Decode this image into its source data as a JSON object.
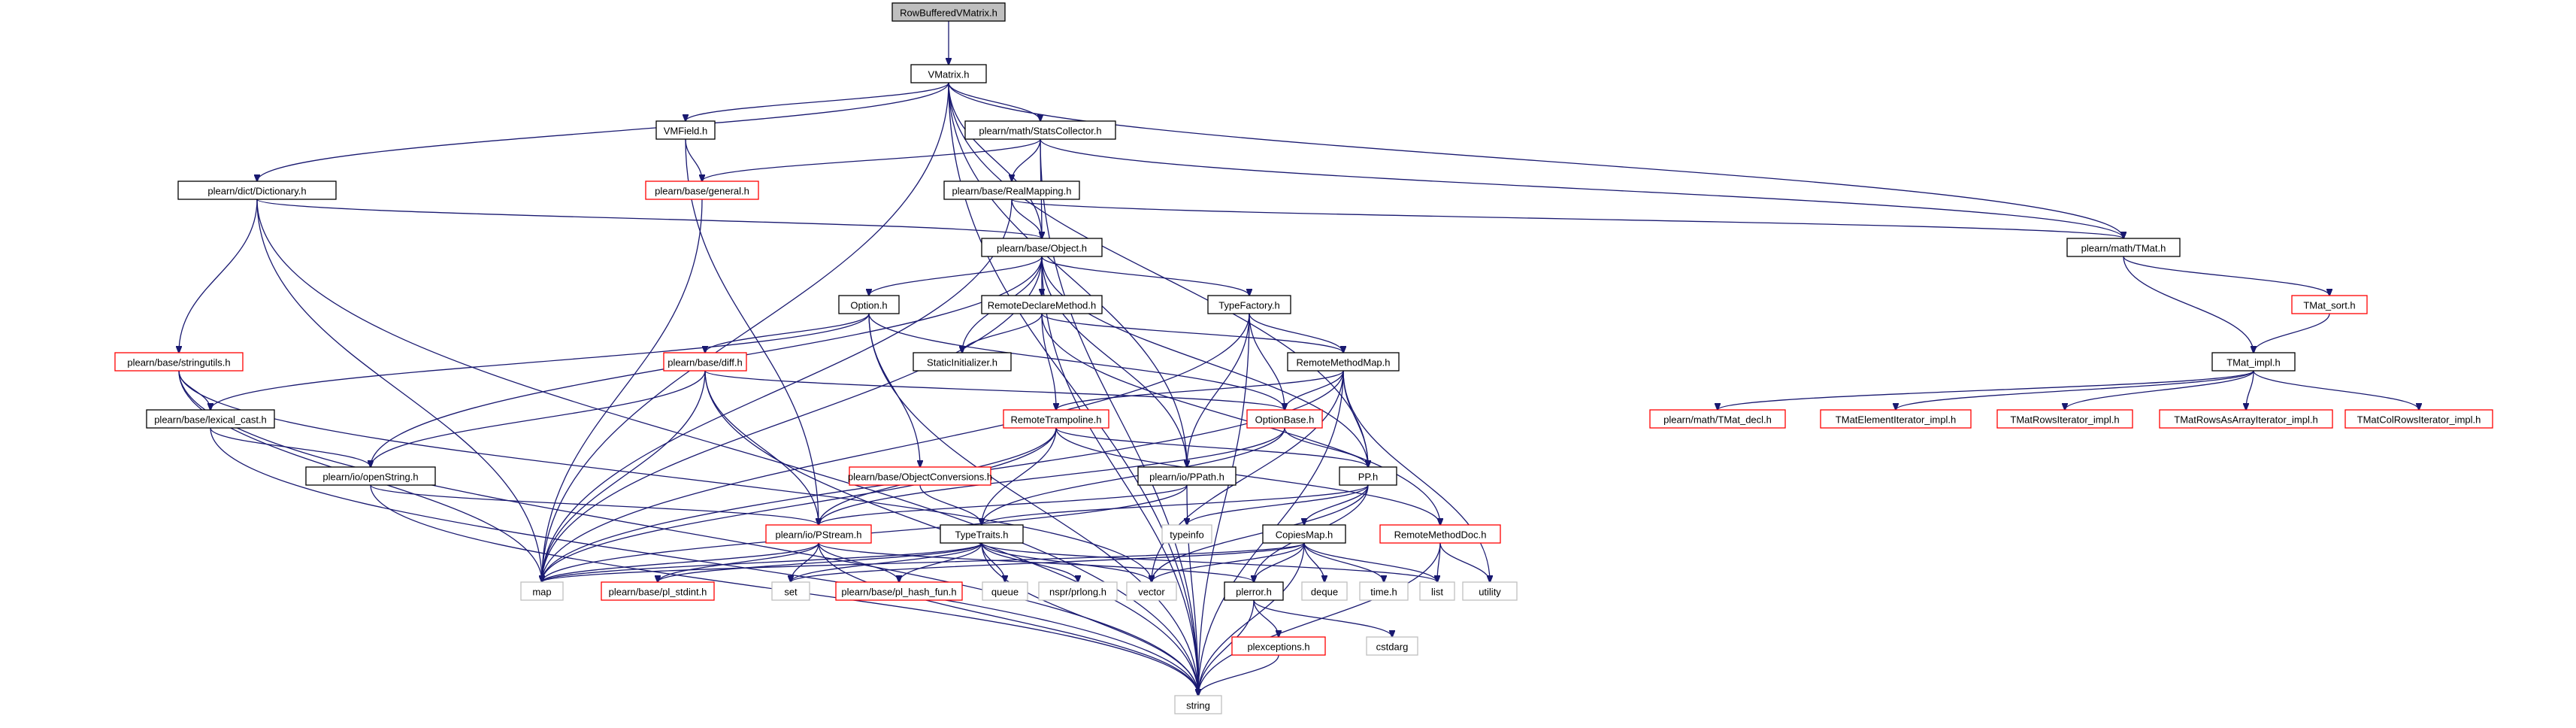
{
  "diagram": {
    "kind": "include-dependency-graph",
    "edge_color": "#191970",
    "root_fill": "#bfbfbf",
    "link_border": "#000000",
    "undocumented_border": "#ff0000",
    "system_border": "#bfbfbf",
    "nodes": [
      {
        "id": "rbvm",
        "label": "RowBufferedVMatrix.h",
        "style": "root"
      },
      {
        "id": "vmatrix",
        "label": "VMatrix.h",
        "style": "local"
      },
      {
        "id": "dict",
        "label": "plearn/dict/Dictionary.h",
        "style": "local"
      },
      {
        "id": "vmfield",
        "label": "VMField.h",
        "style": "local"
      },
      {
        "id": "statscol",
        "label": "plearn/math/StatsCollector.h",
        "style": "local"
      },
      {
        "id": "general",
        "label": "plearn/base/general.h",
        "style": "red"
      },
      {
        "id": "realmap",
        "label": "plearn/base/RealMapping.h",
        "style": "local"
      },
      {
        "id": "object",
        "label": "plearn/base/Object.h",
        "style": "local"
      },
      {
        "id": "tmat",
        "label": "plearn/math/TMat.h",
        "style": "local"
      },
      {
        "id": "option",
        "label": "Option.h",
        "style": "local"
      },
      {
        "id": "rdm",
        "label": "RemoteDeclareMethod.h",
        "style": "local"
      },
      {
        "id": "typefac",
        "label": "TypeFactory.h",
        "style": "local"
      },
      {
        "id": "tmatsort",
        "label": "TMat_sort.h",
        "style": "red"
      },
      {
        "id": "stringutils",
        "label": "plearn/base/stringutils.h",
        "style": "red"
      },
      {
        "id": "diff",
        "label": "plearn/base/diff.h",
        "style": "red"
      },
      {
        "id": "staticinit",
        "label": "StaticInitializer.h",
        "style": "local"
      },
      {
        "id": "rmm",
        "label": "RemoteMethodMap.h",
        "style": "local"
      },
      {
        "id": "tmatimpl",
        "label": "TMat_impl.h",
        "style": "local"
      },
      {
        "id": "lexcast",
        "label": "plearn/base/lexical_cast.h",
        "style": "local"
      },
      {
        "id": "remtramp",
        "label": "RemoteTrampoline.h",
        "style": "red"
      },
      {
        "id": "optbase",
        "label": "OptionBase.h",
        "style": "red"
      },
      {
        "id": "tmatdecl",
        "label": "plearn/math/TMat_decl.h",
        "style": "red"
      },
      {
        "id": "tmatelit",
        "label": "TMatElementIterator_impl.h",
        "style": "red"
      },
      {
        "id": "tmatrowsit",
        "label": "TMatRowsIterator_impl.h",
        "style": "red"
      },
      {
        "id": "tmatrowsarr",
        "label": "TMatRowsAsArrayIterator_impl.h",
        "style": "red"
      },
      {
        "id": "tmatcolrows",
        "label": "TMatColRowsIterator_impl.h",
        "style": "red"
      },
      {
        "id": "openstring",
        "label": "plearn/io/openString.h",
        "style": "local"
      },
      {
        "id": "objconv",
        "label": "plearn/base/ObjectConversions.h",
        "style": "red"
      },
      {
        "id": "ppath",
        "label": "plearn/io/PPath.h",
        "style": "local"
      },
      {
        "id": "pp",
        "label": "PP.h",
        "style": "local"
      },
      {
        "id": "pstream",
        "label": "plearn/io/PStream.h",
        "style": "red"
      },
      {
        "id": "typetraits",
        "label": "TypeTraits.h",
        "style": "local"
      },
      {
        "id": "typeinfo",
        "label": "typeinfo",
        "style": "system"
      },
      {
        "id": "copiesmap",
        "label": "CopiesMap.h",
        "style": "local"
      },
      {
        "id": "remmethdoc",
        "label": "RemoteMethodDoc.h",
        "style": "red"
      },
      {
        "id": "map",
        "label": "map",
        "style": "system"
      },
      {
        "id": "plstdint",
        "label": "plearn/base/pl_stdint.h",
        "style": "red"
      },
      {
        "id": "set",
        "label": "set",
        "style": "system"
      },
      {
        "id": "plhash",
        "label": "plearn/base/pl_hash_fun.h",
        "style": "red"
      },
      {
        "id": "queue",
        "label": "queue",
        "style": "system"
      },
      {
        "id": "nsprlong",
        "label": "nspr/prlong.h",
        "style": "system"
      },
      {
        "id": "vector",
        "label": "vector",
        "style": "system"
      },
      {
        "id": "plerror",
        "label": "plerror.h",
        "style": "local"
      },
      {
        "id": "deque",
        "label": "deque",
        "style": "system"
      },
      {
        "id": "timeh",
        "label": "time.h",
        "style": "system"
      },
      {
        "id": "list",
        "label": "list",
        "style": "system"
      },
      {
        "id": "utility",
        "label": "utility",
        "style": "system"
      },
      {
        "id": "plexceptions",
        "label": "plexceptions.h",
        "style": "red"
      },
      {
        "id": "cstdarg",
        "label": "cstdarg",
        "style": "system"
      },
      {
        "id": "string",
        "label": "string",
        "style": "system"
      }
    ],
    "edges": [
      [
        "rbvm",
        "vmatrix"
      ],
      [
        "vmatrix",
        "dict"
      ],
      [
        "vmatrix",
        "vmfield"
      ],
      [
        "vmatrix",
        "statscol"
      ],
      [
        "vmatrix",
        "object"
      ],
      [
        "vmatrix",
        "tmat"
      ],
      [
        "vmatrix",
        "map"
      ],
      [
        "vmatrix",
        "ppath"
      ],
      [
        "vmatrix",
        "pp"
      ],
      [
        "vmatrix",
        "string"
      ],
      [
        "dict",
        "object"
      ],
      [
        "dict",
        "stringutils"
      ],
      [
        "dict",
        "map"
      ],
      [
        "dict",
        "string"
      ],
      [
        "vmfield",
        "general"
      ],
      [
        "vmfield",
        "pstream"
      ],
      [
        "statscol",
        "general"
      ],
      [
        "statscol",
        "realmap"
      ],
      [
        "statscol",
        "object"
      ],
      [
        "statscol",
        "tmat"
      ],
      [
        "statscol",
        "string"
      ],
      [
        "general",
        "map"
      ],
      [
        "realmap",
        "object"
      ],
      [
        "realmap",
        "tmat"
      ],
      [
        "realmap",
        "map"
      ],
      [
        "object",
        "option"
      ],
      [
        "object",
        "rdm"
      ],
      [
        "object",
        "typefac"
      ],
      [
        "object",
        "staticinit"
      ],
      [
        "object",
        "openstring"
      ],
      [
        "object",
        "ppath"
      ],
      [
        "object",
        "pp"
      ],
      [
        "object",
        "map"
      ],
      [
        "object",
        "string"
      ],
      [
        "tmat",
        "tmatsort"
      ],
      [
        "tmat",
        "tmatimpl"
      ],
      [
        "tmatsort",
        "tmatimpl"
      ],
      [
        "tmatimpl",
        "tmatdecl"
      ],
      [
        "tmatimpl",
        "tmatelit"
      ],
      [
        "tmatimpl",
        "tmatrowsit"
      ],
      [
        "tmatimpl",
        "tmatrowsarr"
      ],
      [
        "tmatimpl",
        "tmatcolrows"
      ],
      [
        "option",
        "lexcast"
      ],
      [
        "option",
        "diff"
      ],
      [
        "option",
        "optbase"
      ],
      [
        "option",
        "objconv"
      ],
      [
        "option",
        "string"
      ],
      [
        "rdm",
        "staticinit"
      ],
      [
        "rdm",
        "rmm"
      ],
      [
        "rdm",
        "remtramp"
      ],
      [
        "rdm",
        "remmethdoc"
      ],
      [
        "typefac",
        "rmm"
      ],
      [
        "typefac",
        "optbase"
      ],
      [
        "typefac",
        "ppath"
      ],
      [
        "typefac",
        "map"
      ],
      [
        "typefac",
        "string"
      ],
      [
        "stringutils",
        "lexcast"
      ],
      [
        "stringutils",
        "map"
      ],
      [
        "stringutils",
        "vector"
      ],
      [
        "stringutils",
        "string"
      ],
      [
        "diff",
        "openstring"
      ],
      [
        "diff",
        "optbase"
      ],
      [
        "diff",
        "pstream"
      ],
      [
        "diff",
        "map"
      ],
      [
        "diff",
        "string"
      ],
      [
        "rmm",
        "remtramp"
      ],
      [
        "rmm",
        "optbase"
      ],
      [
        "rmm",
        "pp"
      ],
      [
        "rmm",
        "vector"
      ],
      [
        "rmm",
        "map"
      ],
      [
        "rmm",
        "utility"
      ],
      [
        "rmm",
        "string"
      ],
      [
        "lexcast",
        "openstring"
      ],
      [
        "lexcast",
        "string"
      ],
      [
        "remtramp",
        "pp"
      ],
      [
        "remtramp",
        "typetraits"
      ],
      [
        "remtramp",
        "pstream"
      ],
      [
        "remtramp",
        "remmethdoc"
      ],
      [
        "remtramp",
        "map"
      ],
      [
        "optbase",
        "pp"
      ],
      [
        "optbase",
        "typetraits"
      ],
      [
        "optbase",
        "pstream"
      ],
      [
        "openstring",
        "pstream"
      ],
      [
        "openstring",
        "string"
      ],
      [
        "objconv",
        "typetraits"
      ],
      [
        "ppath",
        "pstream"
      ],
      [
        "ppath",
        "string"
      ],
      [
        "ppath",
        "map"
      ],
      [
        "pp",
        "typeinfo"
      ],
      [
        "pp",
        "copiesmap"
      ],
      [
        "pp",
        "typetraits"
      ],
      [
        "pp",
        "plerror"
      ],
      [
        "pp",
        "vector"
      ],
      [
        "pstream",
        "map"
      ],
      [
        "pstream",
        "set"
      ],
      [
        "pstream",
        "plhash"
      ],
      [
        "pstream",
        "plstdint"
      ],
      [
        "pstream",
        "plerror"
      ],
      [
        "pstream",
        "string"
      ],
      [
        "typetraits",
        "map"
      ],
      [
        "typetraits",
        "set"
      ],
      [
        "typetraits",
        "plhash"
      ],
      [
        "typetraits",
        "queue"
      ],
      [
        "typetraits",
        "nsprlong"
      ],
      [
        "typetraits",
        "vector"
      ],
      [
        "typetraits",
        "list"
      ],
      [
        "typetraits",
        "plstdint"
      ],
      [
        "typetraits",
        "string"
      ],
      [
        "copiesmap",
        "map"
      ],
      [
        "copiesmap",
        "set"
      ],
      [
        "copiesmap",
        "vector"
      ],
      [
        "copiesmap",
        "plerror"
      ],
      [
        "copiesmap",
        "deque"
      ],
      [
        "copiesmap",
        "timeh"
      ],
      [
        "copiesmap",
        "list"
      ],
      [
        "copiesmap",
        "string"
      ],
      [
        "remmethdoc",
        "list"
      ],
      [
        "remmethdoc",
        "utility"
      ],
      [
        "remmethdoc",
        "string"
      ],
      [
        "plerror",
        "plexceptions"
      ],
      [
        "plerror",
        "cstdarg"
      ],
      [
        "plerror",
        "string"
      ],
      [
        "plexceptions",
        "string"
      ]
    ]
  }
}
